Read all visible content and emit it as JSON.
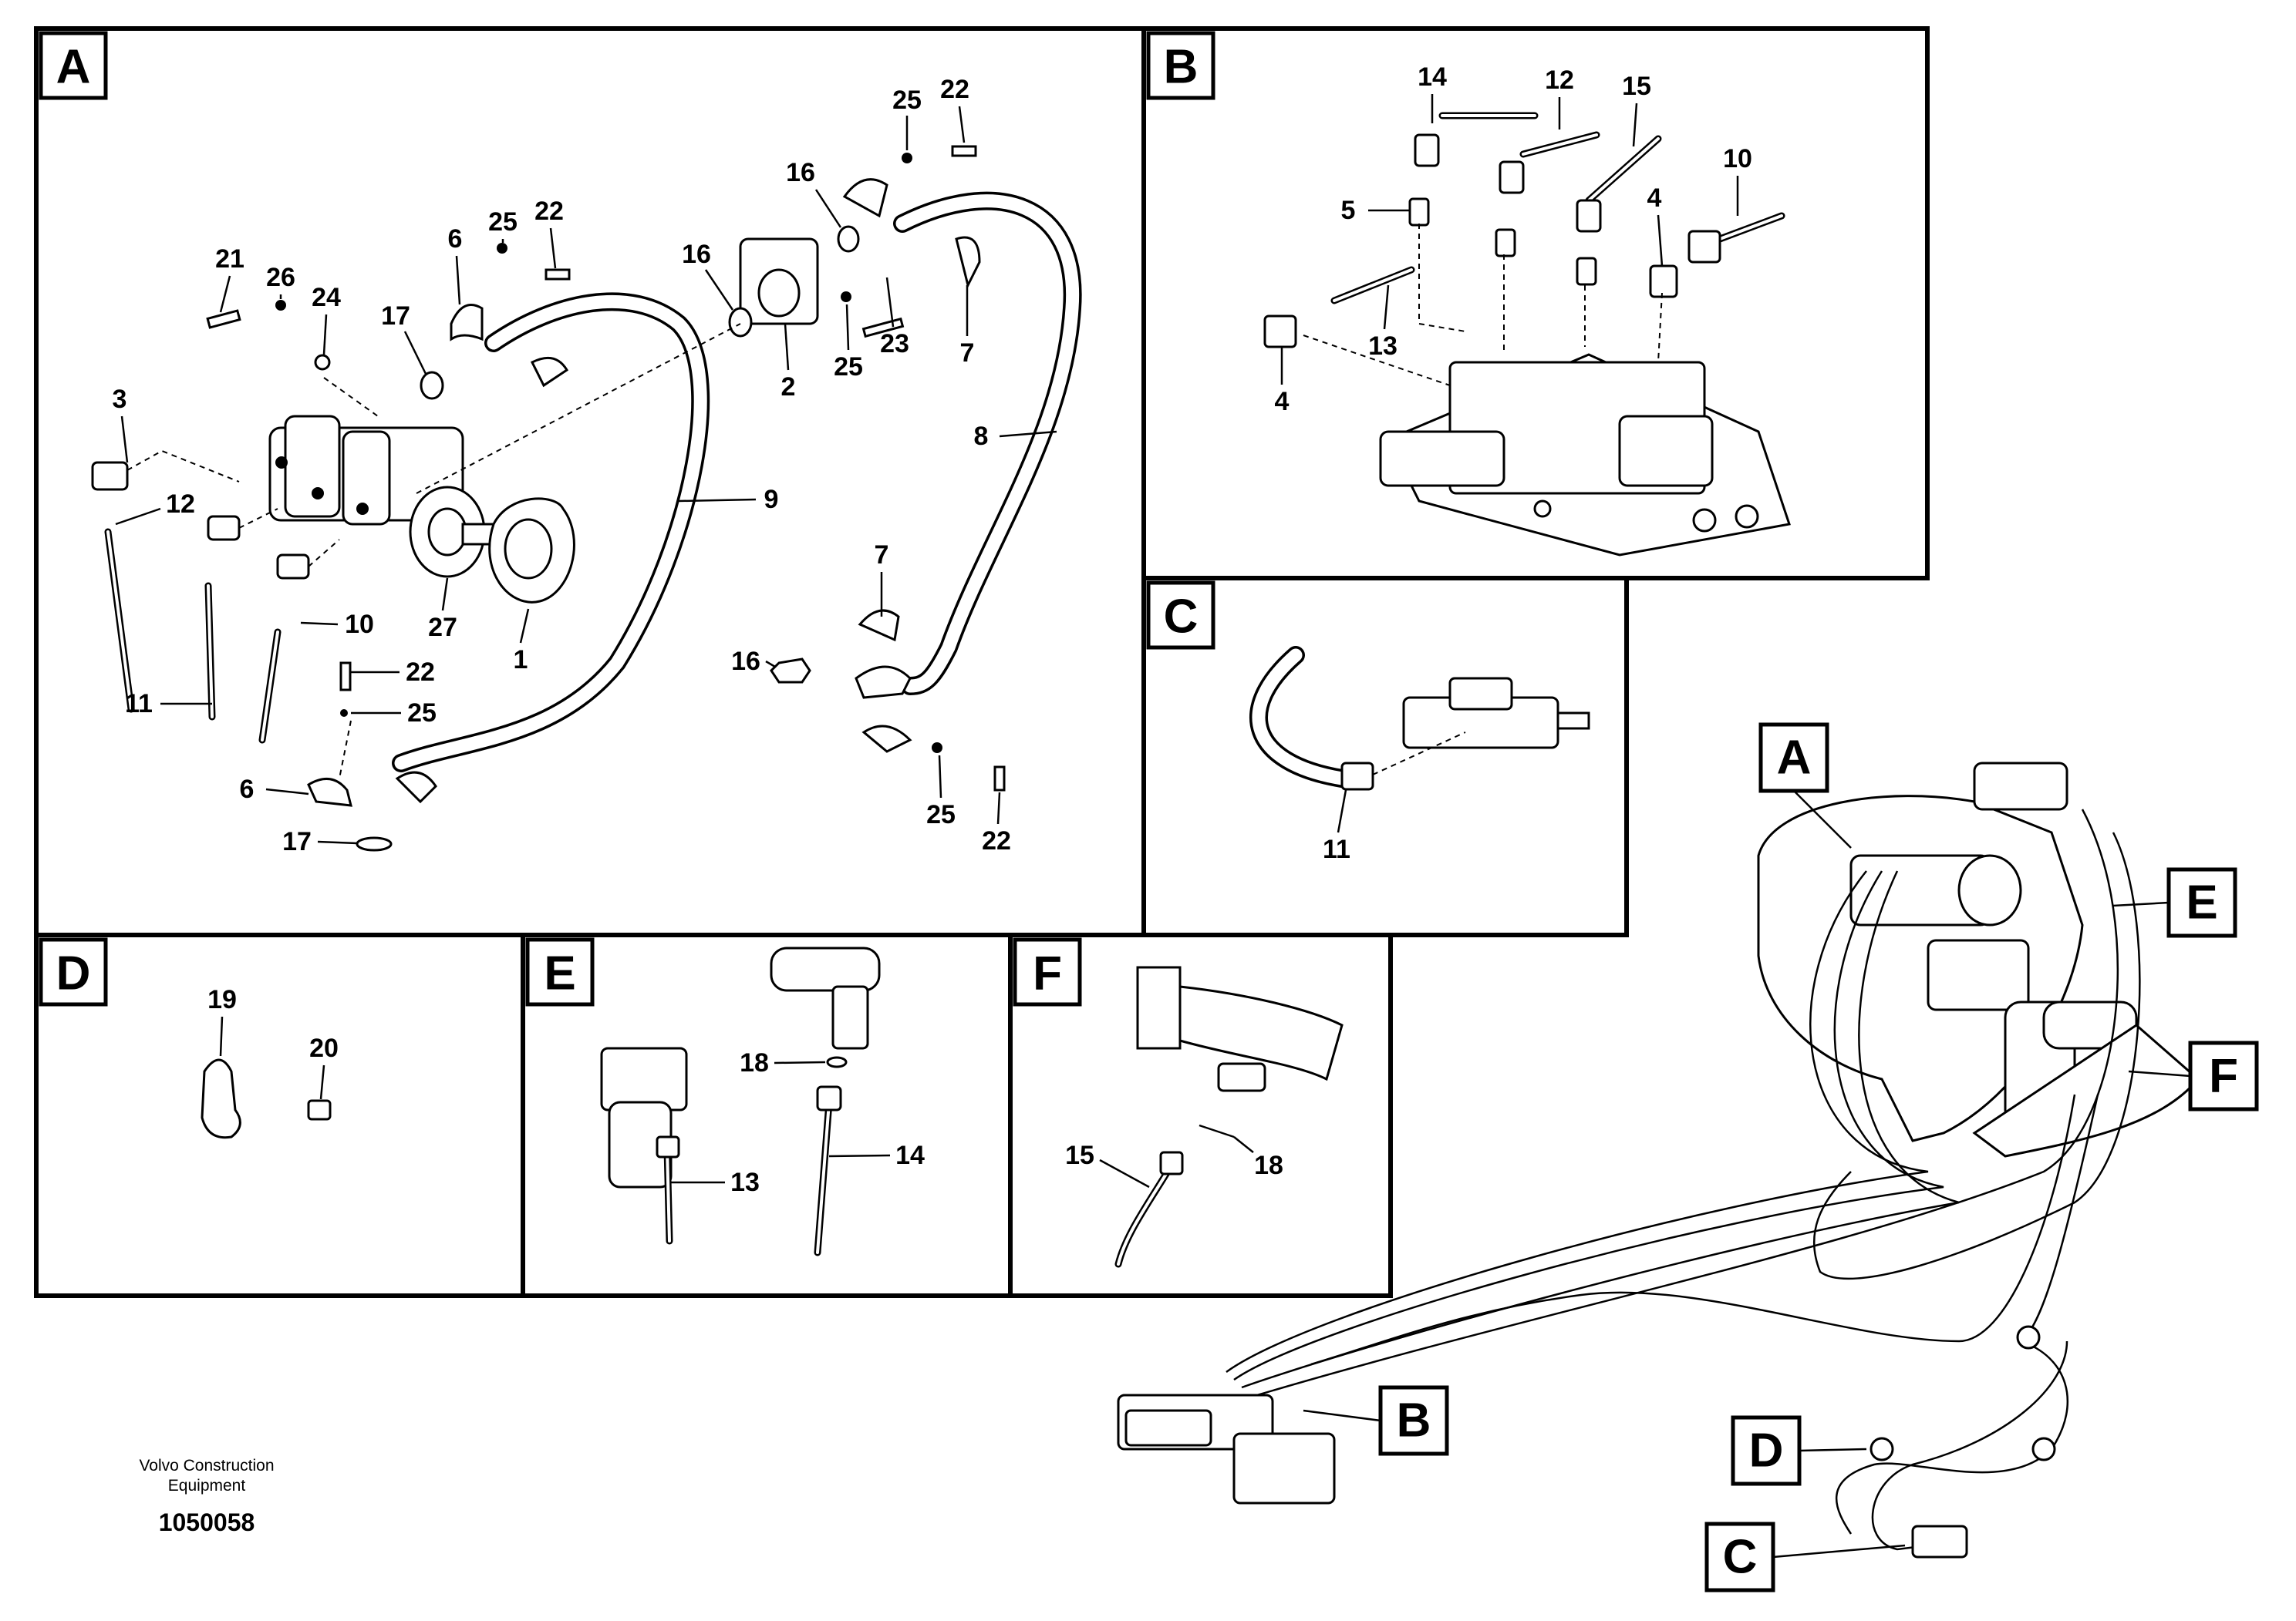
{
  "diagram": {
    "footer": {
      "company_line1": "Volvo Construction",
      "company_line2": "Equipment",
      "document_number": "1050058"
    },
    "panels": [
      {
        "id": "A",
        "label": "A"
      },
      {
        "id": "B",
        "label": "B"
      },
      {
        "id": "C",
        "label": "C"
      },
      {
        "id": "D",
        "label": "D"
      },
      {
        "id": "E",
        "label": "E"
      },
      {
        "id": "F",
        "label": "F"
      }
    ],
    "overview_callouts": [
      "A",
      "E",
      "F",
      "B",
      "D",
      "C"
    ],
    "part_numbers": {
      "panel_a": [
        "25",
        "22",
        "16",
        "21",
        "26",
        "24",
        "6",
        "25",
        "22",
        "17",
        "16",
        "2",
        "25",
        "23",
        "7",
        "3",
        "12",
        "9",
        "8",
        "27",
        "1",
        "10",
        "22",
        "11",
        "25",
        "7",
        "16",
        "6",
        "17",
        "25",
        "22"
      ],
      "panel_b": [
        "14",
        "12",
        "15",
        "10",
        "5",
        "4",
        "13",
        "4"
      ],
      "panel_c": [
        "11"
      ],
      "panel_d": [
        "19",
        "20"
      ],
      "panel_e": [
        "18",
        "13",
        "14"
      ],
      "panel_f": [
        "15",
        "18"
      ]
    }
  }
}
